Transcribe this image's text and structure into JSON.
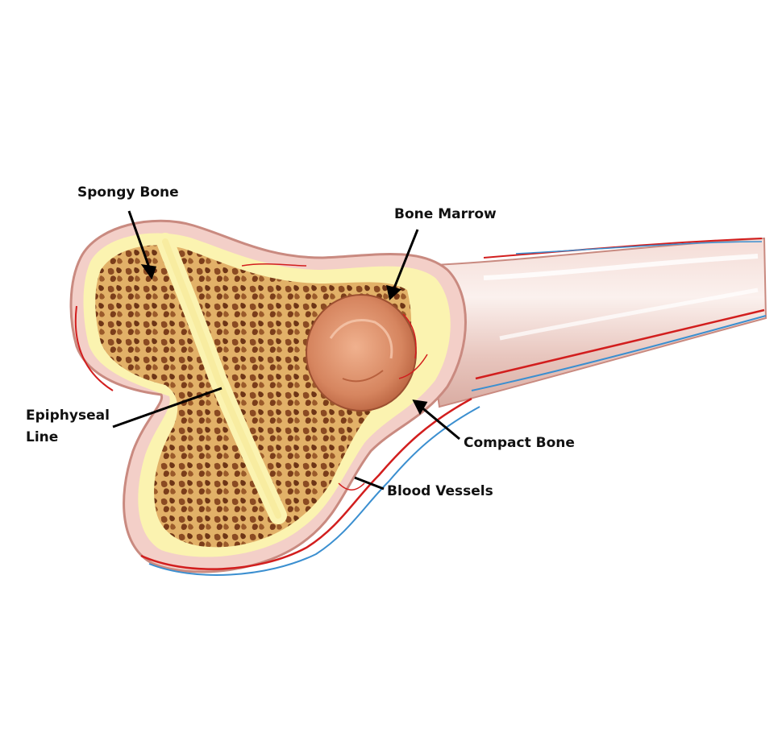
{
  "labels": {
    "spongy_bone": "Spongy Bone",
    "bone_marrow": "Bone Marrow",
    "epiphyseal_line_1": "Epiphyseal",
    "epiphyseal_line_2": "Line",
    "compact_bone": "Compact Bone",
    "blood_vessels": "Blood Vessels"
  },
  "colors": {
    "background": "#ffffff",
    "shaft_fill": "#f0d8d4",
    "shaft_highlight": "#fbf1ee",
    "cortex_outer": "#f3cfc8",
    "cortex_rim": "#c98a80",
    "cartilage_yellow": "#fbf3b0",
    "spongy_fill": "#e2b168",
    "spongy_dark": "#8a4a22",
    "marrow": "#d9896a",
    "artery": "#d21e1e",
    "vein": "#3b8fd0",
    "label_text": "#111111",
    "leader_line": "#000000"
  }
}
